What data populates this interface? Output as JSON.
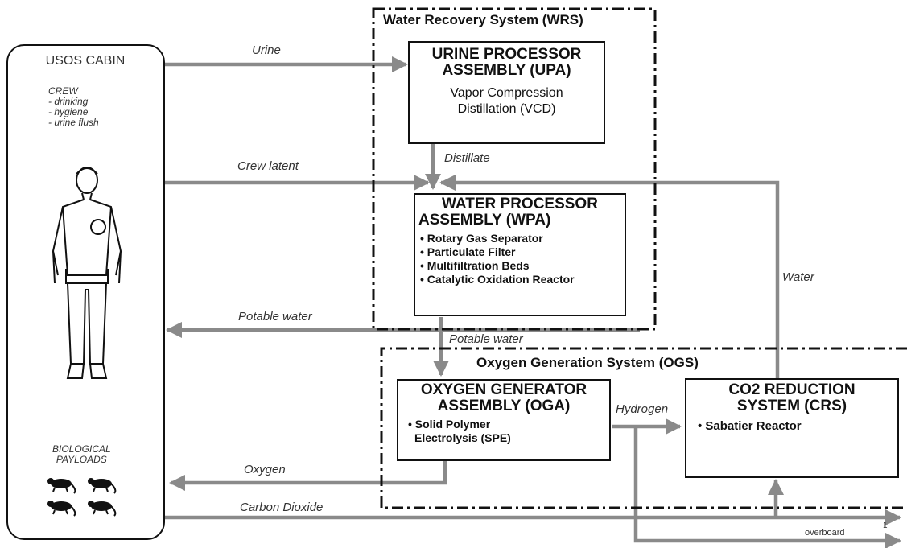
{
  "cabin": {
    "title": "USOS CABIN",
    "crew_heading": "CREW",
    "crew_items": [
      "- drinking",
      "- hygiene",
      "- urine flush"
    ],
    "bio_line1": "BIOLOGICAL",
    "bio_line2": "PAYLOADS"
  },
  "wrs": {
    "title": "Water Recovery System (WRS)"
  },
  "ogs": {
    "title": "Oxygen Generation System (OGS)"
  },
  "upa": {
    "title_line1": "URINE PROCESSOR",
    "title_line2": "ASSEMBLY (UPA)",
    "desc_line1": "Vapor Compression",
    "desc_line2": "Distillation (VCD)"
  },
  "wpa": {
    "title_line1": "WATER PROCESSOR",
    "title_line2": "ASSEMBLY (WPA)",
    "items": [
      "• Rotary Gas Separator",
      "• Particulate Filter",
      "• Multifiltration  Beds",
      "• Catalytic  Oxidation Reactor"
    ]
  },
  "oga": {
    "title_line1": "OXYGEN GENERATOR",
    "title_line2": "ASSEMBLY (OGA)",
    "item_line1": "• Solid Polymer",
    "item_line2": "Electrolysis (SPE)"
  },
  "crs": {
    "title_line1": "CO2 REDUCTION",
    "title_line2": "SYSTEM (CRS)",
    "item": "• Sabatier Reactor"
  },
  "flows": {
    "urine": "Urine",
    "crew_latent": "Crew latent",
    "distillate": "Distillate",
    "potable_water_to_cabin": "Potable water",
    "potable_water_to_oga": "Potable water",
    "water": "Water",
    "hydrogen": "Hydrogen",
    "oxygen": "Oxygen",
    "carbon_dioxide": "Carbon Dioxide",
    "overboard": "overboard",
    "footnote": "1"
  },
  "colors": {
    "arrow": "#8a8a8a",
    "line": "#111111"
  }
}
